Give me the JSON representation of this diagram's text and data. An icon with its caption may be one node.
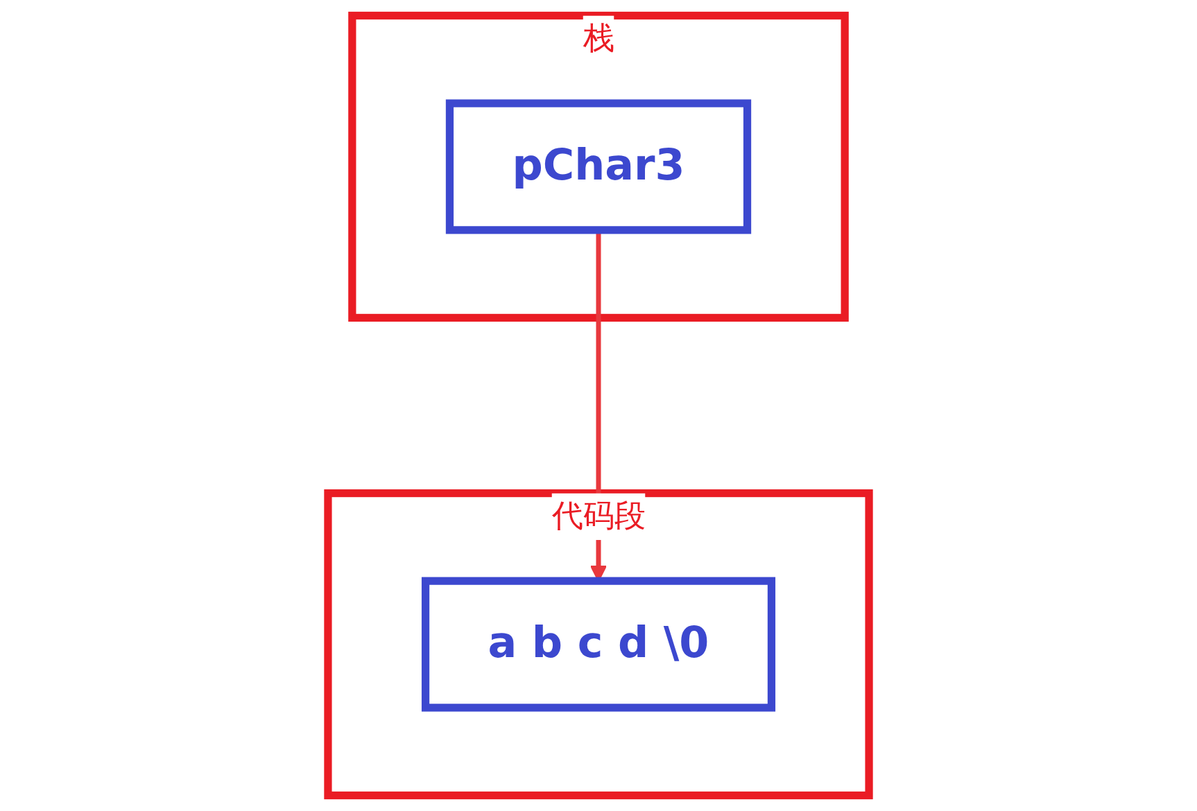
{
  "diagram": {
    "nodes": [
      {
        "text": [
          "栈"
        ]
      },
      {
        "text": [
          "pChar3"
        ],
        "in": 0
      },
      {
        "text": [
          "代码段"
        ]
      },
      {
        "text": [
          "a b c d \\0"
        ],
        "in": 2
      }
    ],
    "edges": [
      {
        "from": 1,
        "to": 3,
        "arrow": "to",
        "color": "#e8383d"
      }
    ]
  }
}
